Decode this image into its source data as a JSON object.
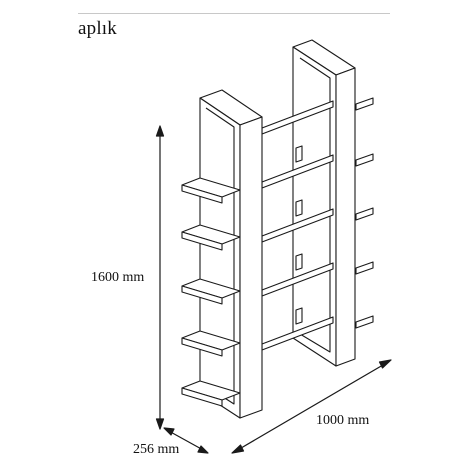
{
  "title": "aplık",
  "dimensions": {
    "height": "1600 mm",
    "width": "1000 mm",
    "depth": "256 mm"
  },
  "colors": {
    "line": "#1a1a1a",
    "fill": "#ffffff",
    "rule": "#c8c8c8"
  }
}
